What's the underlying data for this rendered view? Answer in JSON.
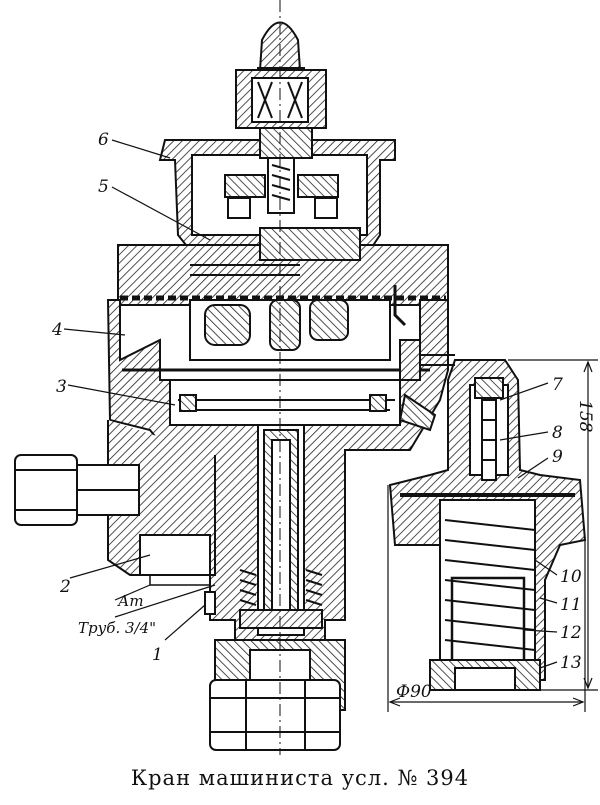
{
  "caption": "Кран машиниста усл. № 394",
  "part_labels": [
    "1",
    "2",
    "3",
    "4",
    "5",
    "6",
    "7",
    "8",
    "9",
    "10",
    "11",
    "12",
    "13"
  ],
  "annotations": {
    "atmosphere": "Ат",
    "pipe": "Труб. 3/4\"",
    "height_dimension": "158",
    "diameter_dimension": "Ф90"
  }
}
